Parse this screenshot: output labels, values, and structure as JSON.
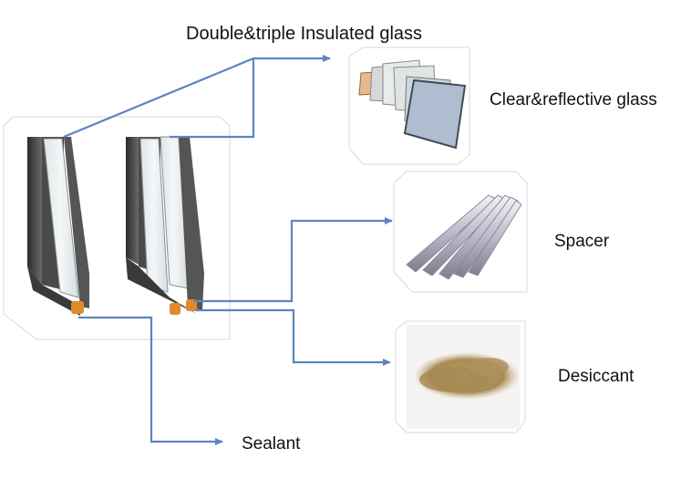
{
  "diagram": {
    "title": "Double&triple Insulated glass",
    "components": [
      {
        "id": "clear-glass",
        "label": "Clear&reflective glass"
      },
      {
        "id": "spacer",
        "label": "Spacer"
      },
      {
        "id": "desiccant",
        "label": "Desiccant"
      },
      {
        "id": "sealant",
        "label": "Sealant"
      }
    ]
  },
  "colors": {
    "arrow": "#5b84c0",
    "frame": "#3f3f3f",
    "glass": "#e9eef0",
    "sealant": "#e18b2b",
    "card_border": "#d9d9d9"
  }
}
